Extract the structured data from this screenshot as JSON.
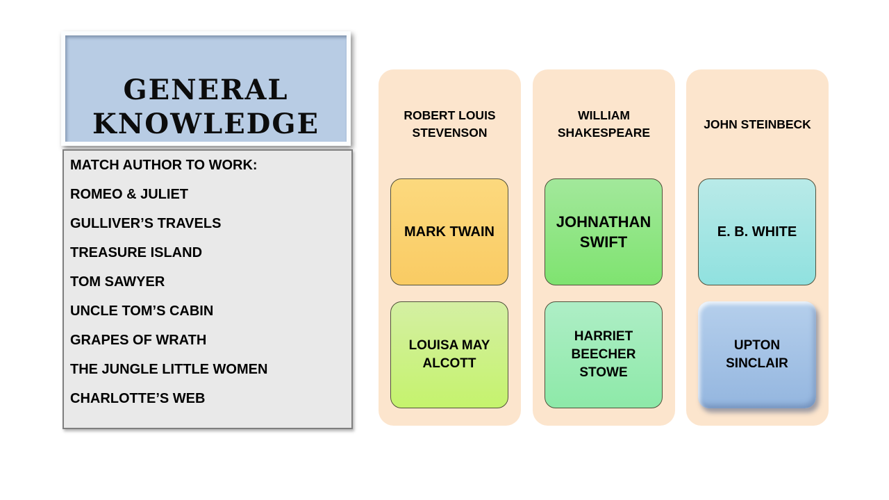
{
  "slide": {
    "title": {
      "line1": "GENERAL",
      "line2": "KNOWLEDGE",
      "bg": "#b8cce4"
    },
    "works_panel": {
      "heading": "MATCH AUTHOR TO WORK:",
      "bg": "#e9e9e9",
      "items": [
        "ROMEO & JULIET",
        "GULLIVER’S TRAVELS",
        "TREASURE ISLAND",
        "TOM SAWYER",
        "UNCLE TOM’S CABIN",
        "GRAPES OF WRATH",
        "THE JUNGLE LITTLE WOMEN",
        "CHARLOTTE’S WEB"
      ]
    },
    "columns": [
      {
        "header": "ROBERT LOUIS STEVENSON",
        "bg": "#fce5cd",
        "cards": [
          {
            "label": "MARK TWAIN",
            "color_top": "#fcd97e",
            "color_bottom": "#f9cb63"
          },
          {
            "label": "LOUISA MAY ALCOTT",
            "color_top": "#d4efa3",
            "color_bottom": "#c5f36d"
          }
        ]
      },
      {
        "header": "WILLIAM SHAKESPEARE",
        "bg": "#fce5cd",
        "cards": [
          {
            "label": "JOHNATHAN SWIFT",
            "color_top": "#a2e89b",
            "color_bottom": "#7fe370"
          },
          {
            "label": "HARRIET BEECHER STOWE",
            "color_top": "#aeeec6",
            "color_bottom": "#8de9a8"
          }
        ]
      },
      {
        "header": "JOHN STEINBECK",
        "bg": "#fce5cd",
        "cards": [
          {
            "label": "E. B. WHITE",
            "color_top": "#b9eae8",
            "color_bottom": "#90e1df"
          },
          {
            "label": "UPTON SINCLAIR",
            "color_top": "#b5cfec",
            "color_bottom": "#94b6df"
          }
        ]
      }
    ]
  }
}
